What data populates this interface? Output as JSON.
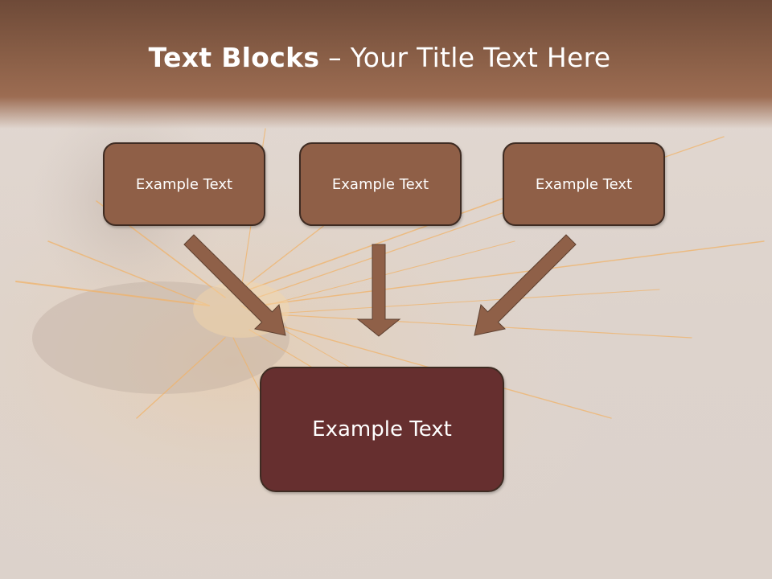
{
  "slide": {
    "title_bold": "Text Blocks",
    "title_rest": " – Your Title Text Here",
    "top_boxes": [
      {
        "label": "Example Text"
      },
      {
        "label": "Example Text"
      },
      {
        "label": "Example Text"
      }
    ],
    "bottom_box": {
      "label": "Example Text"
    }
  },
  "colors": {
    "title_band": "#8a5f47",
    "top_box_fill": "#8f5f47",
    "bottom_box_fill": "#662f2f",
    "arrow_fill": "#8f6048",
    "border": "#3e2b22"
  }
}
